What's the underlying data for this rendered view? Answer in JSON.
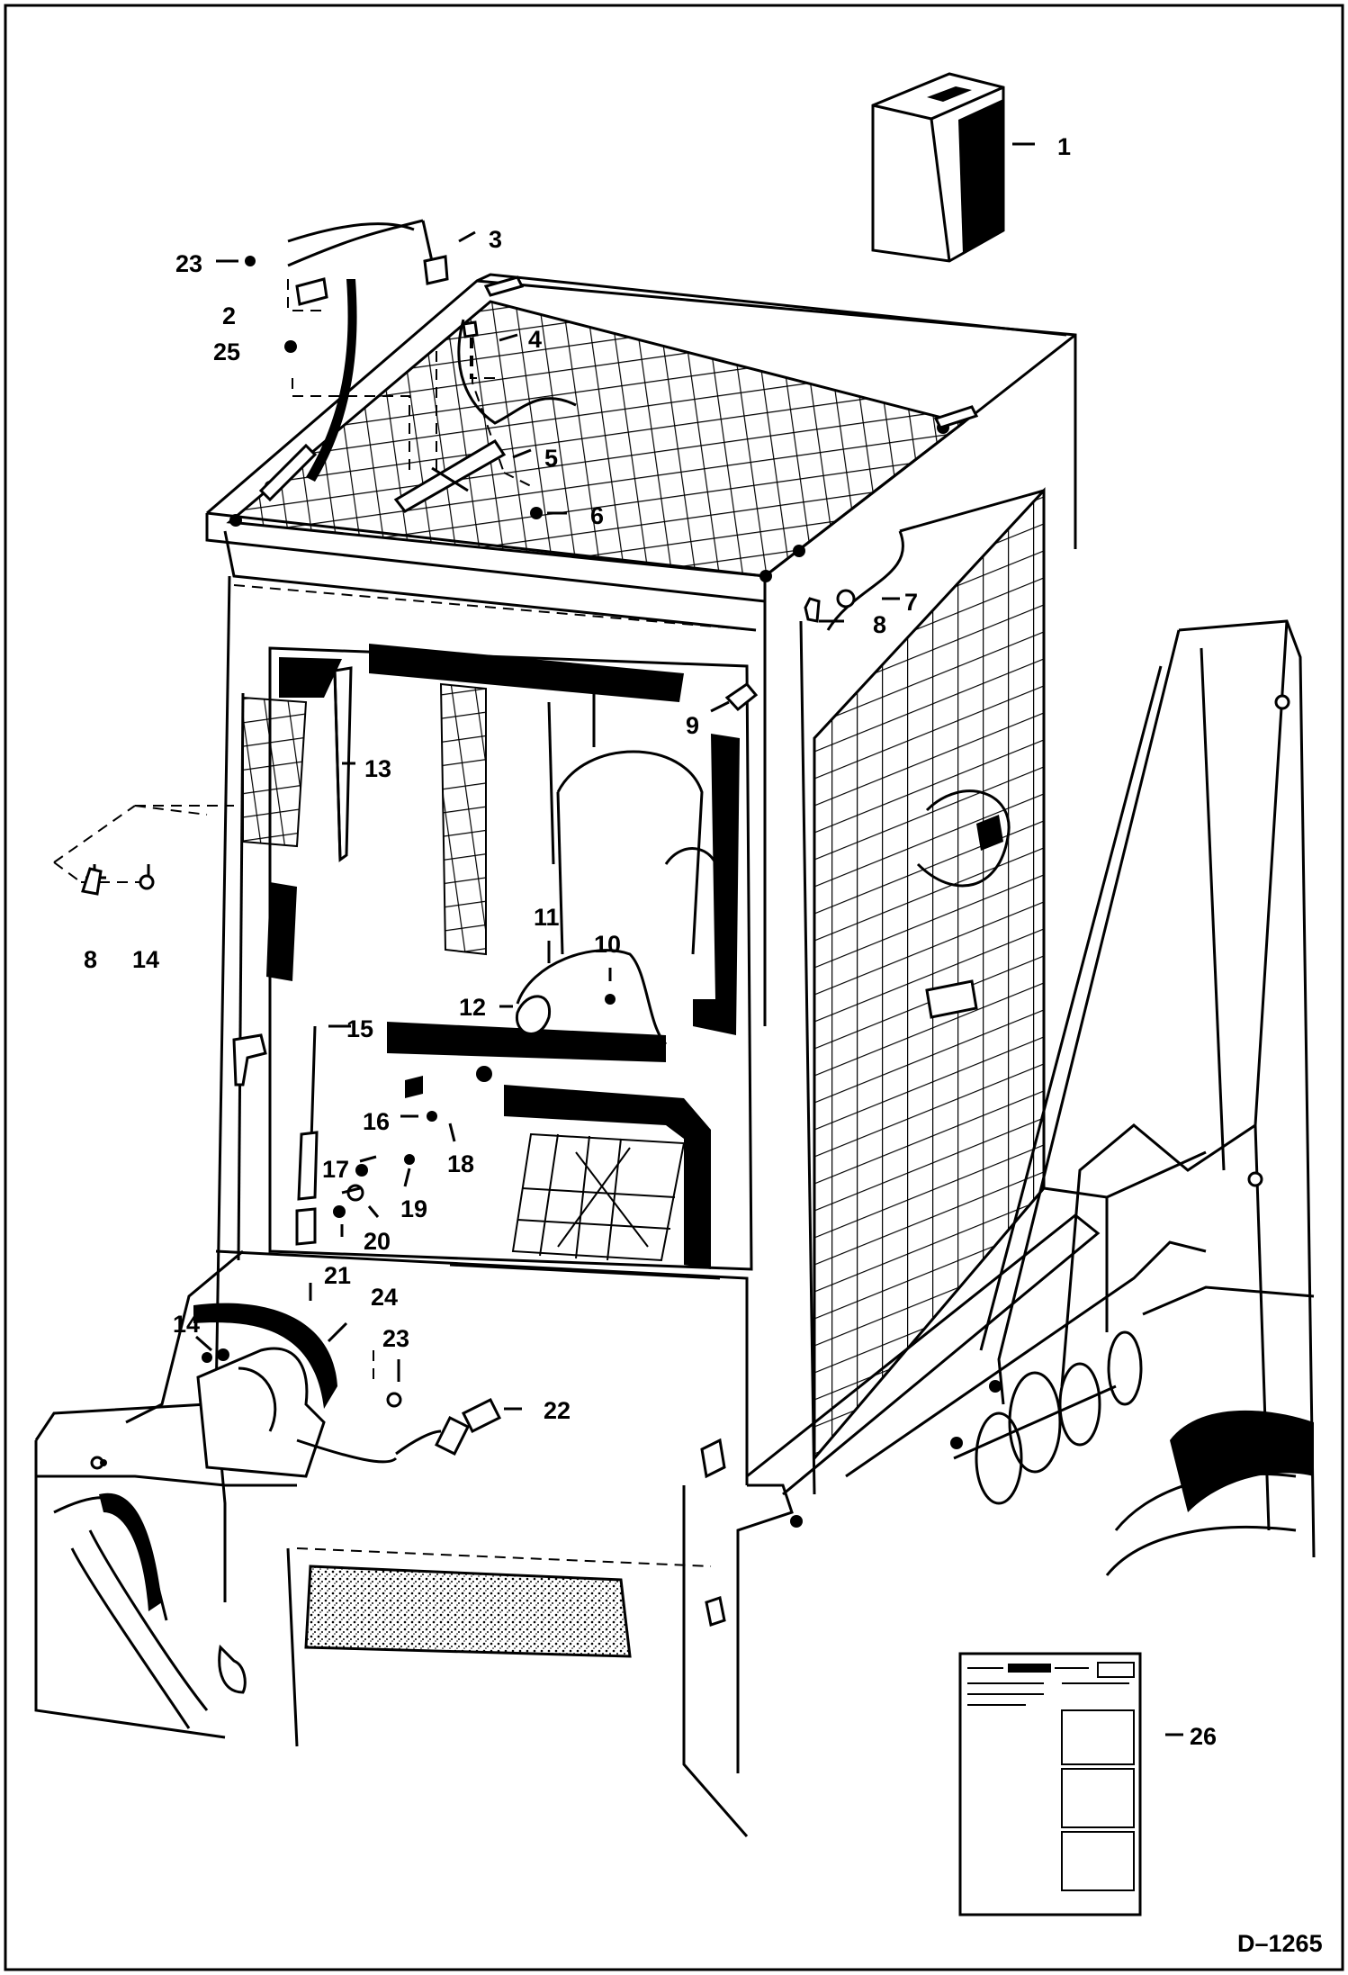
{
  "drawing_id": "D–1265",
  "callouts": [
    "1",
    "2",
    "3",
    "4",
    "5",
    "6",
    "7",
    "8",
    "8",
    "9",
    "10",
    "11",
    "12",
    "13",
    "14",
    "14",
    "15",
    "16",
    "17",
    "18",
    "19",
    "20",
    "21",
    "22",
    "23",
    "23",
    "24",
    "25",
    "26"
  ],
  "colors": {
    "ink": "#000000",
    "paper": "#ffffff"
  }
}
